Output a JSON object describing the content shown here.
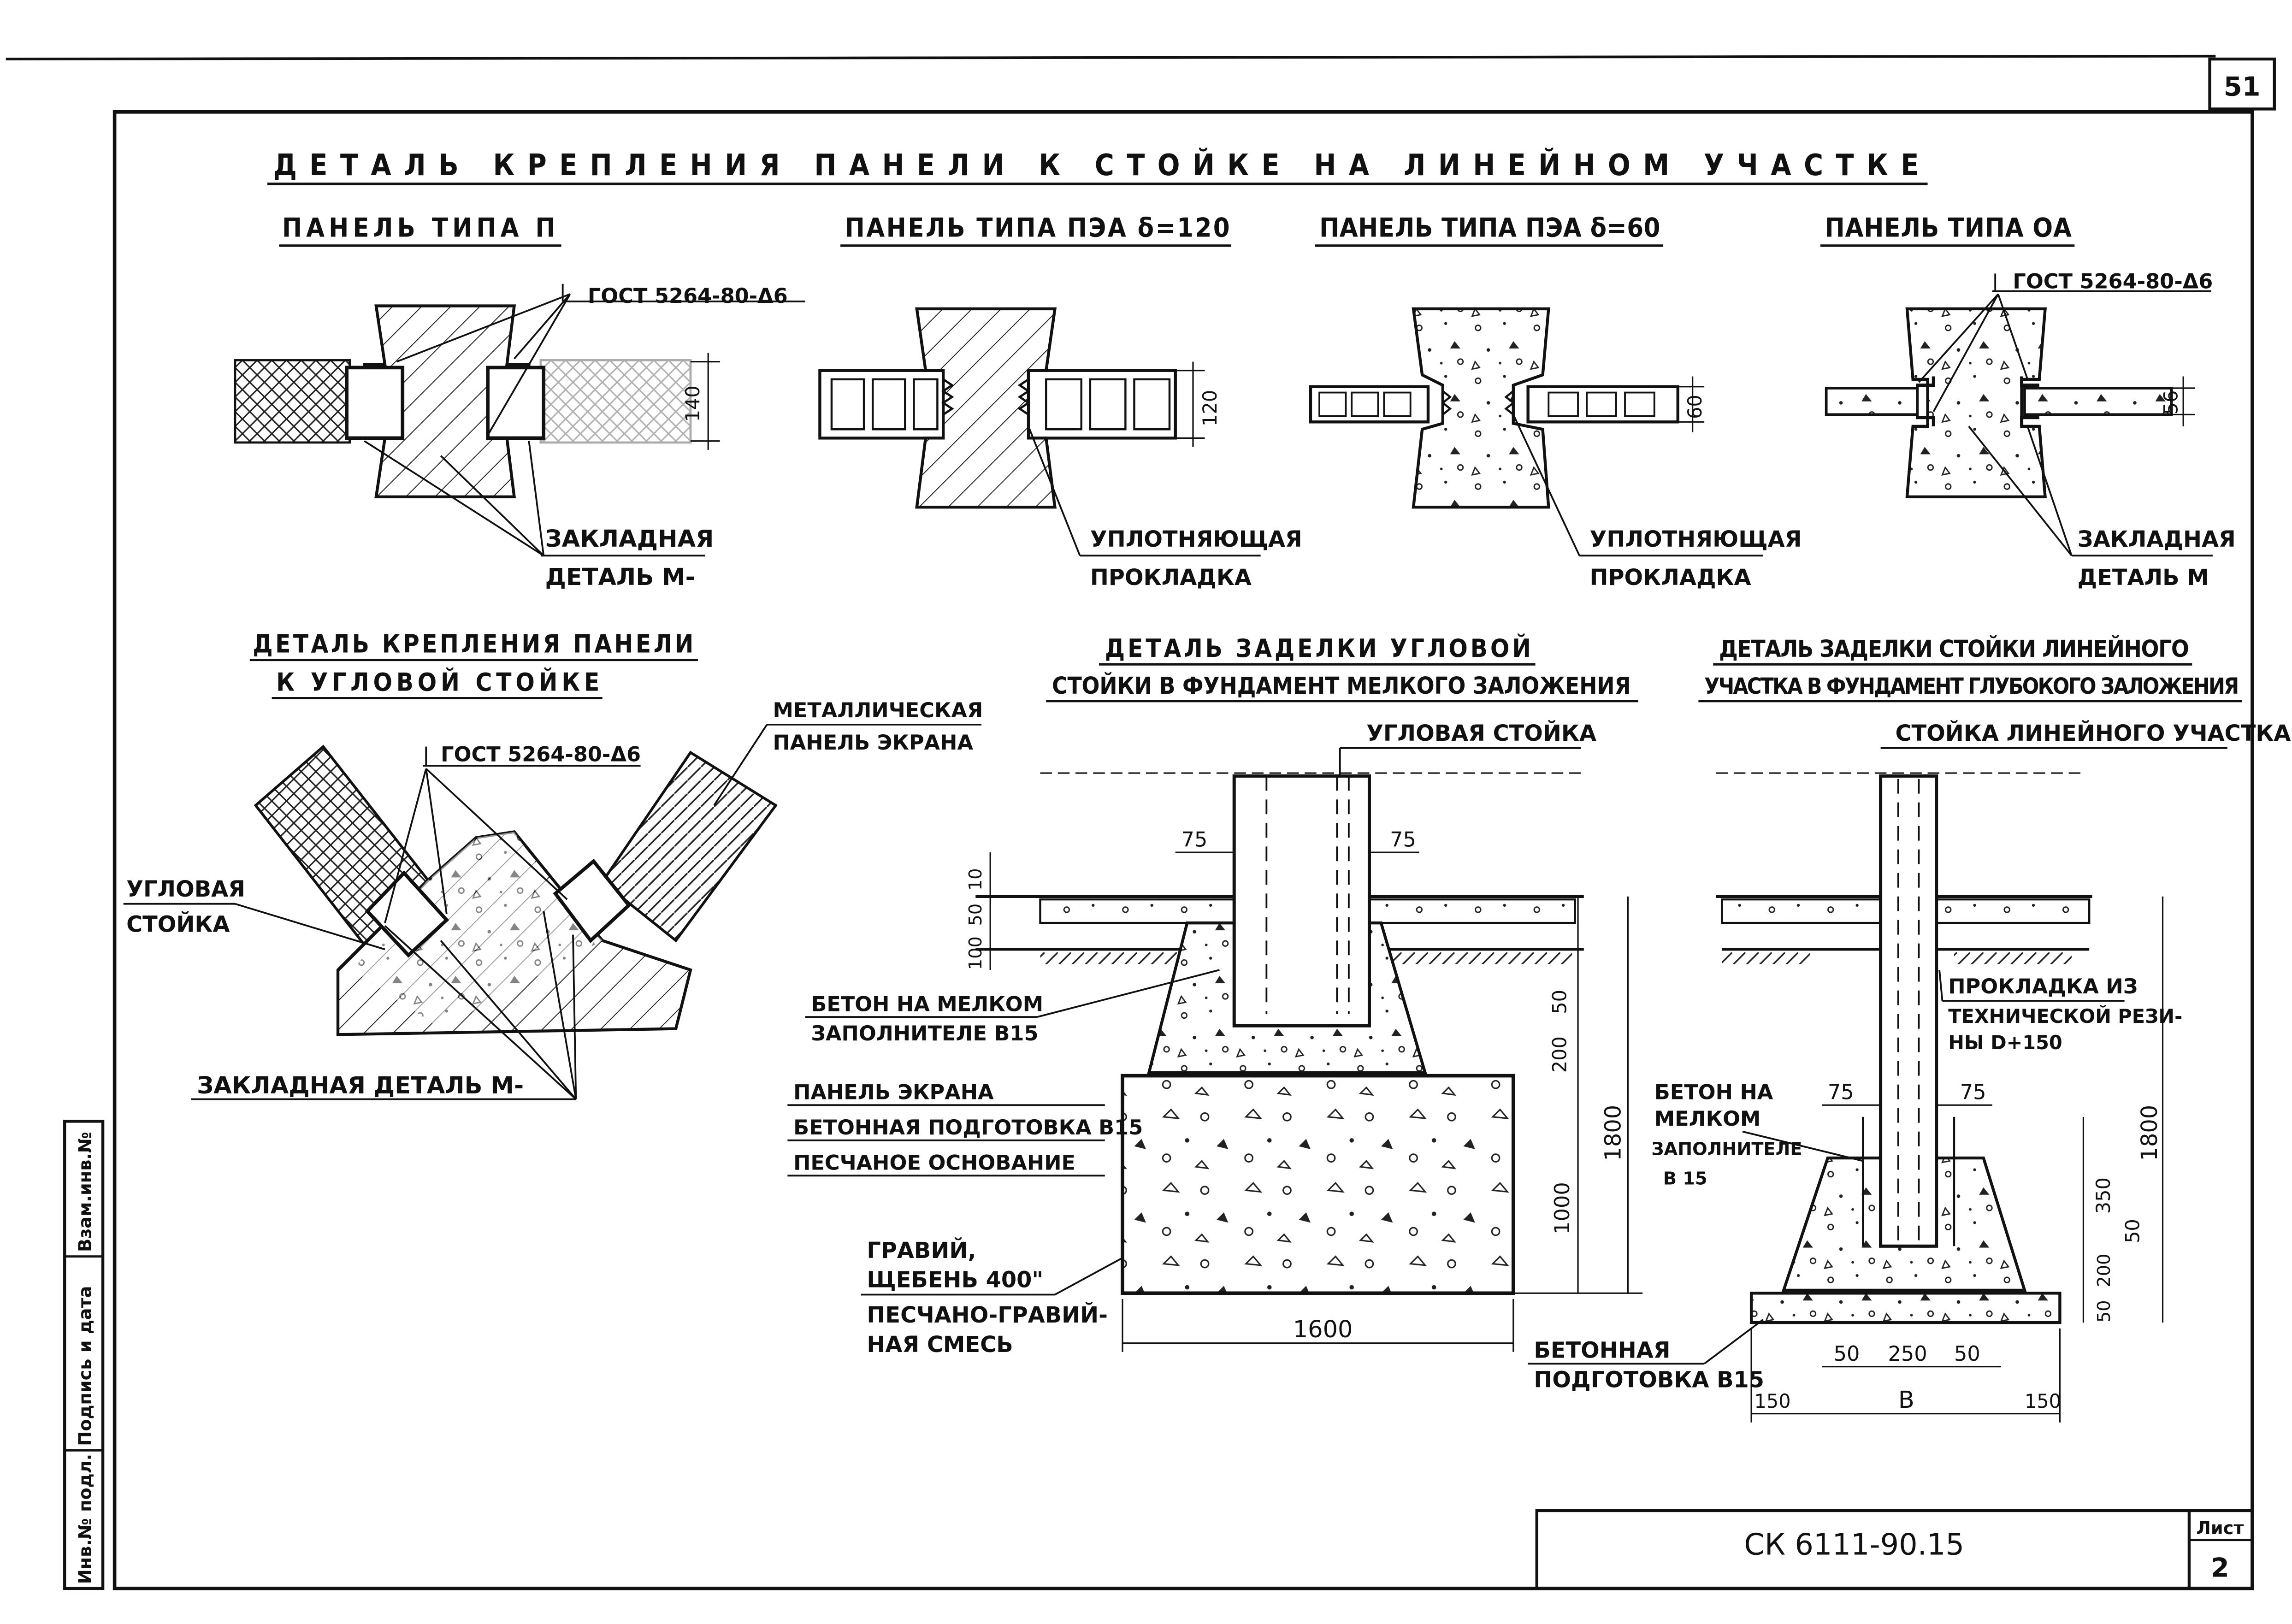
{
  "sheet": {
    "page_number": "51",
    "code": "СК 6111-90.15",
    "sheet_label": "Лист",
    "sheet_number": "2",
    "side_stamp": [
      "Инв.№ подл.",
      "Подпись и дата",
      "Взам.инв.№"
    ]
  },
  "main_title": "ДЕТАЛЬ КРЕПЛЕНИЯ ПАНЕЛИ К СТОЙКЕ НА ЛИНЕЙНОМ УЧАСТКЕ",
  "panel_p": {
    "title": "ПАНЕЛЬ ТИПА П",
    "gost": "ГОСТ 5264-80-Δ6",
    "dim": "140",
    "embed_1": "ЗАКЛАДНАЯ",
    "embed_2": "ДЕТАЛЬ М-"
  },
  "panel_pea120": {
    "title": "ПАНЕЛЬ ТИПА ПЭА δ=120",
    "dim": "120",
    "seal_1": "УПЛОТНЯЮЩАЯ",
    "seal_2": "ПРОКЛАДКА"
  },
  "panel_pea60": {
    "title": "ПАНЕЛЬ ТИПА ПЭА δ=60",
    "dim": "60",
    "seal_1": "УПЛОТНЯЮЩАЯ",
    "seal_2": "ПРОКЛАДКА"
  },
  "panel_oa": {
    "title": "ПАНЕЛЬ ТИПА ОА",
    "gost": "ГОСТ 5264-80-Δ6",
    "dim": "56",
    "embed_1": "ЗАКЛАДНАЯ",
    "embed_2": "ДЕТАЛЬ М"
  },
  "corner_detail": {
    "title_1": "ДЕТАЛЬ КРЕПЛЕНИЯ ПАНЕЛИ",
    "title_2": "К УГЛОВОЙ СТОЙКЕ",
    "gost": "ГОСТ 5264-80-Δ6",
    "metal_1": "МЕТАЛЛИЧЕСКАЯ",
    "metal_2": "ПАНЕЛЬ ЭКРАНА",
    "post_1": "УГЛОВАЯ",
    "post_2": "СТОЙКА",
    "embed": "ЗАКЛАДНАЯ ДЕТАЛЬ М-"
  },
  "shallow_detail": {
    "title_1": "ДЕТАЛЬ ЗАДЕЛКИ УГЛОВОЙ",
    "title_2": "СТОЙКИ В ФУНДАМЕНТ МЕЛКОГО ЗАЛОЖЕНИЯ",
    "post_label": "УГЛОВАЯ СТОЙКА",
    "concrete_1": "БЕТОН НА МЕЛКОМ",
    "concrete_2": "ЗАПОЛНИТЕЛЕ В15",
    "legend": [
      "ПАНЕЛЬ ЭКРАНА",
      "БЕТОННАЯ ПОДГОТОВКА В15",
      "ПЕСЧАНОЕ ОСНОВАНИЕ"
    ],
    "gravel_1": "ГРАВИЙ,",
    "gravel_2": "ЩЕБЕНЬ 400\"",
    "gravel_3": "ПЕСЧАНО-ГРАВИЙ-",
    "gravel_4": "НАЯ СМЕСЬ",
    "dims": {
      "d75a": "75",
      "d75b": "75",
      "d10": "10",
      "d50": "50",
      "d100": "100",
      "d50b": "50",
      "d200": "200",
      "d1000": "1000",
      "d1800": "1800",
      "d1600": "1600"
    }
  },
  "deep_detail": {
    "title_1": "ДЕТАЛЬ ЗАДЕЛКИ СТОЙКИ ЛИНЕЙНОГО",
    "title_2": "УЧАСТКА В ФУНДАМЕНТ ГЛУБОКОГО ЗАЛОЖЕНИЯ",
    "post_label": "СТОЙКА ЛИНЕЙНОГО УЧАСТКА",
    "gasket_1": "ПРОКЛАДКА ИЗ",
    "gasket_2": "ТЕХНИЧЕСКОЙ РЕЗИ-",
    "gasket_3": "НЫ   D+150",
    "concrete_1": "БЕТОН НА",
    "concrete_2": "МЕЛКОМ",
    "concrete_3": "ЗАПОЛНИТЕЛЕ",
    "concrete_4": "В 15",
    "prep_1": "БЕТОННАЯ",
    "prep_2": "ПОДГОТОВКА В15",
    "dims": {
      "d75a": "75",
      "d75b": "75",
      "d350": "350",
      "d50": "50",
      "d1800": "1800",
      "d50b": "50",
      "d200": "200",
      "d50c": "50",
      "d250": "250",
      "d50d": "50",
      "d150a": "150",
      "dB": "В",
      "d150b": "150"
    }
  }
}
